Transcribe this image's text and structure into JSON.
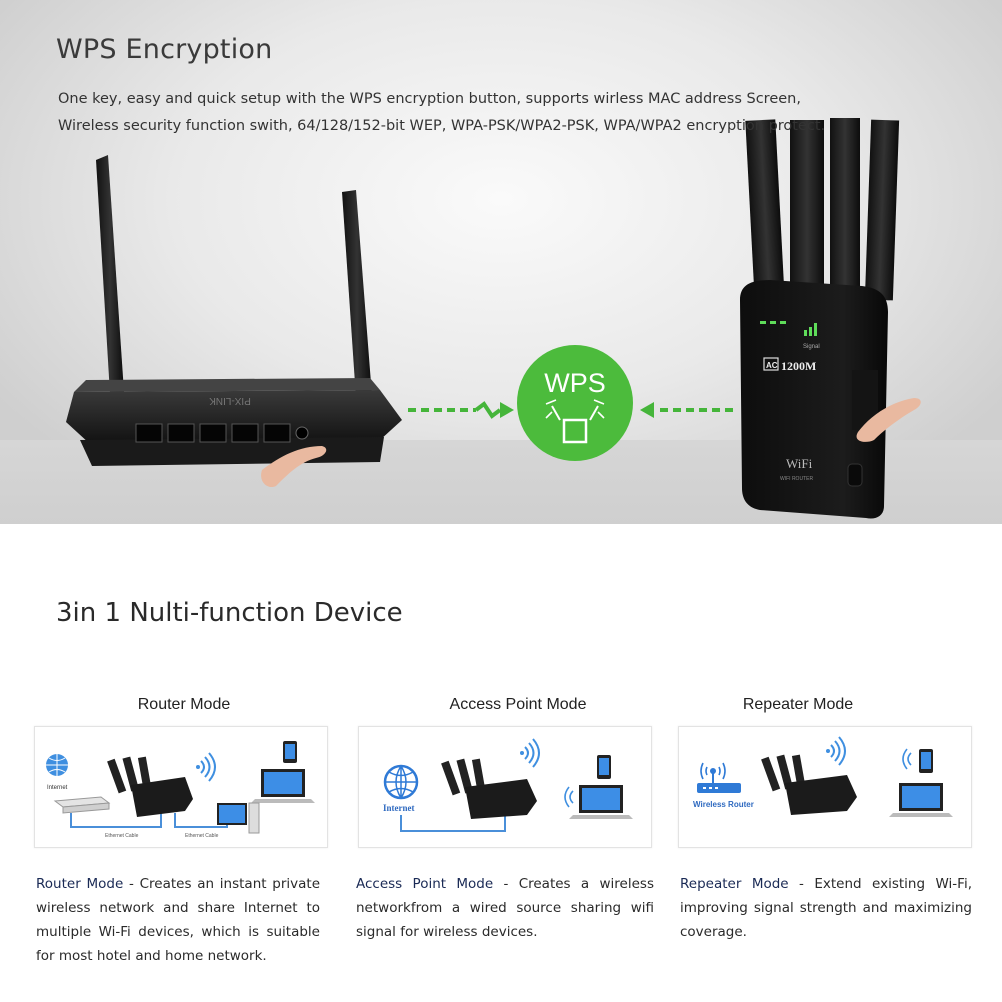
{
  "hero": {
    "title": "WPS Encryption",
    "desc_line1": "One key, easy and quick setup with the WPS encryption button, supports wirless MAC address Screen,",
    "desc_line2": "Wireless security function swith, 64/128/152-bit WEP, WPA-PSK/WPA2-PSK, WPA/WPA2 encryption protect.",
    "wps_badge": "WPS",
    "device_model": "1200M",
    "device_ac": "AC",
    "device_signal": "Signal",
    "device_wifi": "WiFi",
    "device_sub": "WIFI ROUTER",
    "router_brand": "PIX-LINK",
    "accent_green": "#4cbb3c"
  },
  "modes": {
    "section_title": "3in 1 Nulti-function Device",
    "items": [
      {
        "label": "Router Mode",
        "lead": "Router Mode",
        "desc": " - Creates an instant private wireless network and share Internet to multiple Wi-Fi devices, which is suitable for most hotel and home network.",
        "diagram_labels": {
          "internet": "Internet",
          "cable1": "Ethernet Cable",
          "cable2": "Ethernet Cable"
        }
      },
      {
        "label": "Access Point Mode",
        "lead": "Access Point Mode",
        "desc": " - Creates a wireless networkfrom a wired source sharing wifi signal for wireless devices.",
        "diagram_labels": {
          "internet": "Internet"
        }
      },
      {
        "label": "Repeater Mode",
        "lead": "Repeater Mode",
        "desc": " - Extend existing Wi-Fi, improving signal strength and maximizing coverage.",
        "diagram_labels": {
          "router": "Wireless Router"
        }
      }
    ]
  }
}
